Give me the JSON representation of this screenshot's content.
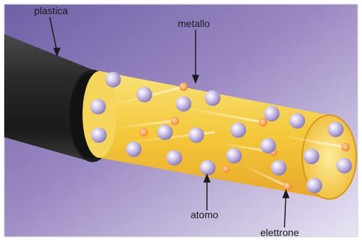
{
  "labels": {
    "plastic": "plastica",
    "metal": "metallo",
    "atom": "atomo",
    "electron": "elettrone"
  },
  "colors": {
    "background_purple": "#8e7ab7",
    "plastic_sheath": "#2b2b2b",
    "metal_core": "#f3c63c",
    "atom": "#c9bde6",
    "electron": "#f28a2a"
  }
}
